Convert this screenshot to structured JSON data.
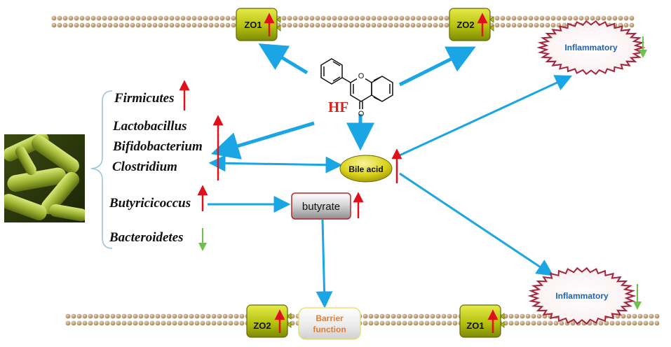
{
  "compound": {
    "label": "HF",
    "carbonyl_atom": "O",
    "ring_atom": "O"
  },
  "junction_proteins": {
    "top_left": "ZO1",
    "top_right": "ZO2",
    "bottom_left": "ZO2",
    "bottom_right": "ZO1"
  },
  "inflammatory": {
    "top_label": "Inflammatory",
    "bottom_label": "Inflammatory"
  },
  "bile_acid_label": "Bile acid",
  "butyrate_label": "butyrate",
  "barrier": {
    "line1": "Barrier",
    "line2": "function"
  },
  "taxa": [
    {
      "name": "Firmicutes",
      "trend": "up"
    },
    {
      "name": "Lactobacillus",
      "trend": "up"
    },
    {
      "name": "Bifidobacterium",
      "trend": "up"
    },
    {
      "name": "Clostridium",
      "trend": "up"
    },
    {
      "name": "Butyricicoccus",
      "trend": "up"
    },
    {
      "name": "Bacteroidetes",
      "trend": "down"
    }
  ],
  "colors": {
    "arrow_blue": "#1aa6e4",
    "up_red": "#e0101b",
    "down_green": "#6cc24a",
    "hf_red": "#d9231f",
    "membrane_bead": "#c9a77b",
    "junction_green": "#9fb00a",
    "inflammatory_text": "#1f62b5",
    "inflammatory_border": "#a4233d",
    "barrier_text": "#e07c3a"
  }
}
